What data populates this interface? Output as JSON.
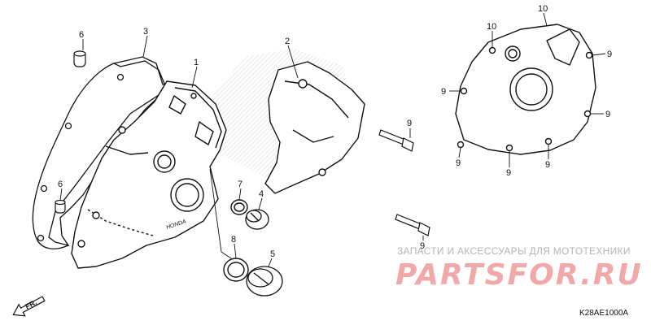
{
  "diagram": {
    "callouts": [
      {
        "id": "c6a",
        "label": "6"
      },
      {
        "id": "c3",
        "label": "3"
      },
      {
        "id": "c1",
        "label": "1"
      },
      {
        "id": "c2",
        "label": "2"
      },
      {
        "id": "c6b",
        "label": "6"
      },
      {
        "id": "c7",
        "label": "7"
      },
      {
        "id": "c4",
        "label": "4"
      },
      {
        "id": "c8",
        "label": "8"
      },
      {
        "id": "c5",
        "label": "5"
      },
      {
        "id": "c9a",
        "label": "9"
      },
      {
        "id": "c9b",
        "label": "9"
      },
      {
        "id": "c10a",
        "label": "10"
      },
      {
        "id": "c10b",
        "label": "10"
      },
      {
        "id": "c9c",
        "label": "9"
      },
      {
        "id": "c9d",
        "label": "9"
      },
      {
        "id": "c9e",
        "label": "9"
      },
      {
        "id": "c9f",
        "label": "9"
      },
      {
        "id": "c9g",
        "label": "9"
      },
      {
        "id": "c9h",
        "label": "9"
      }
    ],
    "direction_label": "FR.",
    "diagram_code": "K28AE1000A"
  },
  "watermark": {
    "caption": "ЗАПАСТИ И АКСЕССУАРЫ ДЛЯ МОТОТЕХНИКИ",
    "brand": "PARTSFOR.RU"
  },
  "colors": {
    "line": "#111111",
    "watermark_brand": "#f1a8a8",
    "watermark_caption": "#b3b3b3"
  }
}
